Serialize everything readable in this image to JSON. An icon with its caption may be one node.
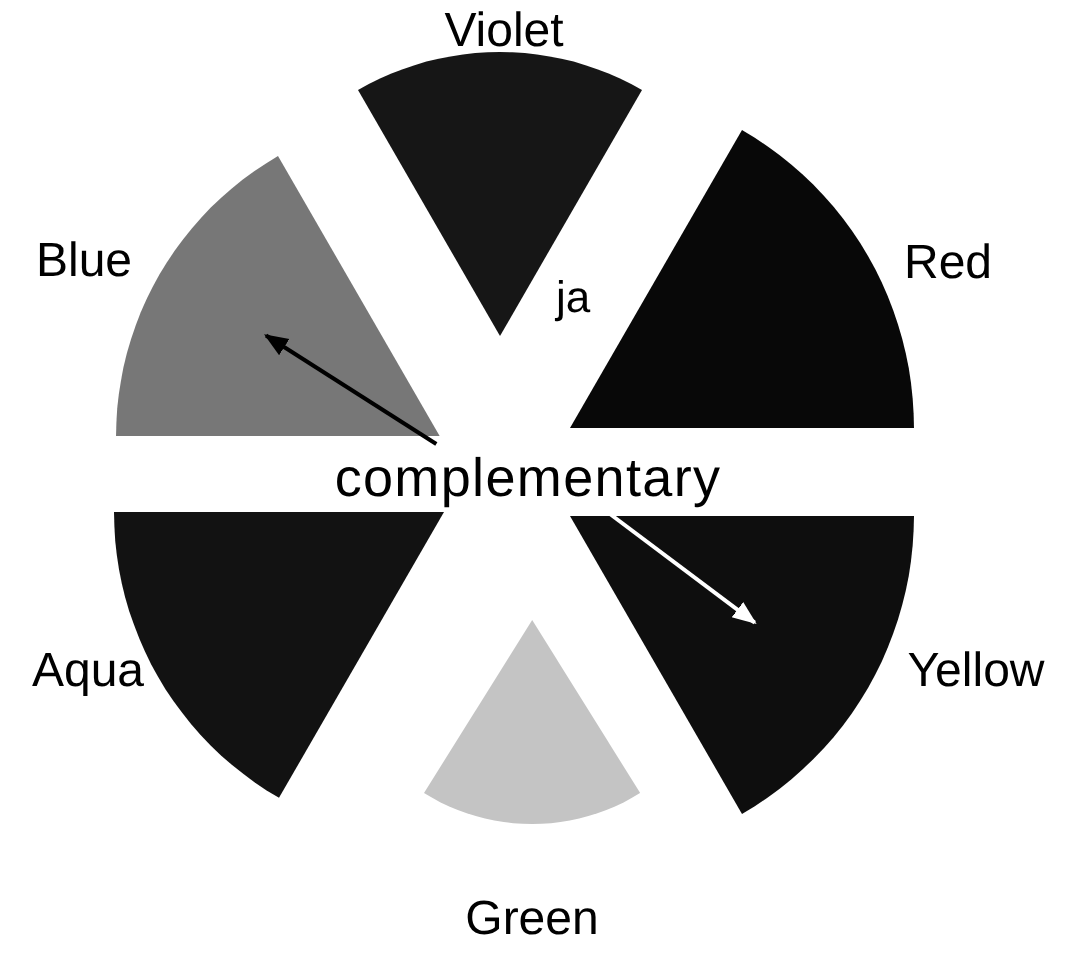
{
  "diagram": {
    "nodes": [
      {
        "text": [
          "Violet"
        ]
      },
      {
        "text": [
          "Red"
        ]
      },
      {
        "text": [
          "Yellow"
        ]
      },
      {
        "text": [
          "Green"
        ]
      },
      {
        "text": [
          "Aqua"
        ]
      },
      {
        "text": [
          "Blue"
        ]
      },
      {
        "text": [
          "complementary"
        ]
      }
    ],
    "edges": [
      {
        "from": 6,
        "to": 5,
        "arrow": "to"
      },
      {
        "from": 6,
        "to": 2,
        "arrow": "to",
        "color": "#ffffff"
      }
    ],
    "labels": [
      "ja"
    ]
  }
}
